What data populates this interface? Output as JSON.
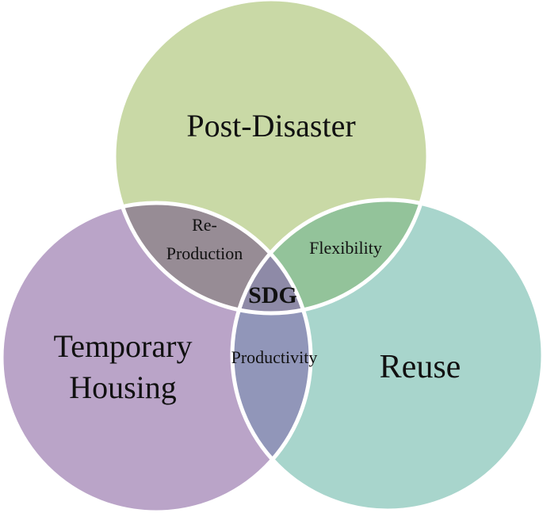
{
  "diagram": {
    "type": "venn",
    "sets": [
      {
        "name": "Post-Disaster",
        "color": "#c9d9a6"
      },
      {
        "name": "Temporary\nHousing",
        "color": "#baa4c8"
      },
      {
        "name": "Reuse",
        "color": "#a8d5cc"
      }
    ],
    "intersections": {
      "post_temporary": {
        "label_line1": "Re-",
        "label_line2": "Production",
        "color": "#978c95"
      },
      "post_reuse": {
        "label": "Flexibility",
        "color": "#93c39a"
      },
      "temporary_reuse": {
        "label": "Productivity",
        "color": "#9196b9"
      },
      "center": {
        "label": "SDG",
        "color": "#8e8aa7"
      }
    },
    "outline_color": "#ffffff"
  },
  "labels": {
    "post_disaster": "Post-Disaster",
    "temporary_line1": "Temporary",
    "temporary_line2": "Housing",
    "reuse": "Reuse"
  }
}
